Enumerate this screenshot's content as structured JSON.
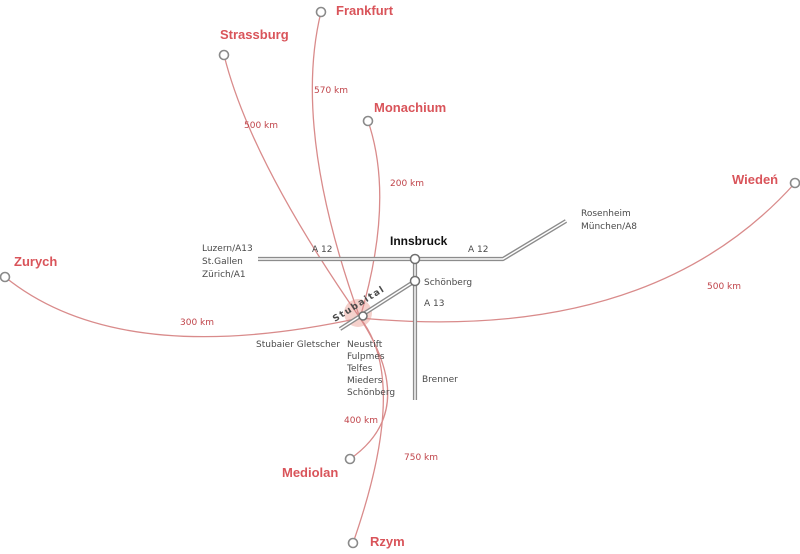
{
  "hub_label": "Innsbruck",
  "valley_label": "Stubaital",
  "accent_color": "#d9545a",
  "route_color": "#d98b8b",
  "destinations": [
    {
      "key": "frankfurt",
      "name": "Frankfurt",
      "distance": "570 km"
    },
    {
      "key": "strassburg",
      "name": "Strassburg",
      "distance": "500 km"
    },
    {
      "key": "monachium",
      "name": "Monachium",
      "distance": "200 km"
    },
    {
      "key": "wieden",
      "name": "Wiedeń",
      "distance": "500 km"
    },
    {
      "key": "zurych",
      "name": "Zurych",
      "distance": "300 km"
    },
    {
      "key": "mediolan",
      "name": "Mediolan",
      "distance": "400 km"
    },
    {
      "key": "rzym",
      "name": "Rzym",
      "distance": "750 km"
    }
  ],
  "roads": {
    "a12_west": "A 12",
    "a12_east": "A 12",
    "a13": "A 13",
    "west_lines": [
      "Luzern/A13",
      "St.Gallen",
      "Zürich/A1"
    ],
    "east_lines": [
      "Rosenheim",
      "München/A8"
    ],
    "schonberg": "Schönberg",
    "brenner": "Brenner",
    "gletscher": "Stubaier Gletscher",
    "valley_towns": [
      "Neustift",
      "Fulpmes",
      "Telfes",
      "Mieders",
      "Schönberg"
    ]
  }
}
